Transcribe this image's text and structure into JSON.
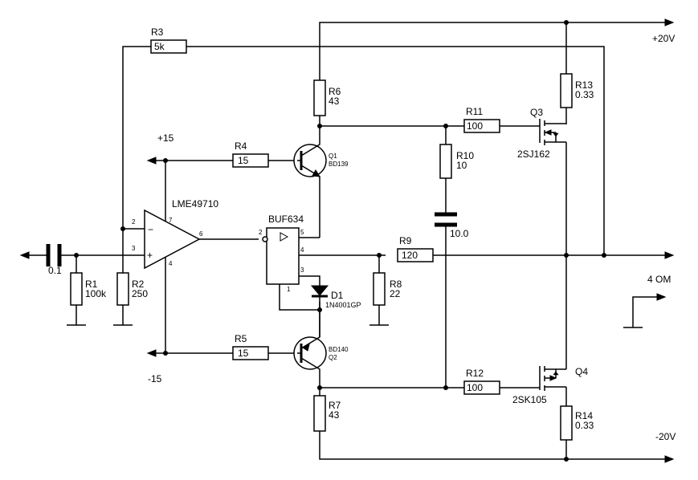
{
  "rails": {
    "vplus": "+20V",
    "vminus": "-20V",
    "opamp_pos": "+15",
    "opamp_neg": "-15"
  },
  "load": {
    "label": "4 OM"
  },
  "opamp": {
    "name": "LME49710",
    "pin_inv": "2",
    "pin_noninv": "3",
    "pin_out": "6",
    "pin_vpos": "7",
    "pin_vneg": "4",
    "sign_minus": "−",
    "sign_plus": "+"
  },
  "buffer": {
    "name": "BUF634",
    "pin_in": "2",
    "pin_vpos": "5",
    "pin_out": "4",
    "pin_vneg": "3",
    "pin_bw": "1"
  },
  "input_cap": {
    "value": "0.1"
  },
  "resistors": {
    "r1": {
      "ref": "R1",
      "value": "100k"
    },
    "r2": {
      "ref": "R2",
      "value": "250"
    },
    "r3": {
      "ref": "R3",
      "value": "5k"
    },
    "r4": {
      "ref": "R4",
      "value": "15"
    },
    "r5": {
      "ref": "R5",
      "value": "15"
    },
    "r6": {
      "ref": "R6",
      "value": "43"
    },
    "r7": {
      "ref": "R7",
      "value": "43"
    },
    "r8": {
      "ref": "R8",
      "value": "22"
    },
    "r9": {
      "ref": "R9",
      "value": "120"
    },
    "r10": {
      "ref": "R10",
      "value": "10"
    },
    "r11": {
      "ref": "R11",
      "value": "100"
    },
    "r12": {
      "ref": "R12",
      "value": "100"
    },
    "r13": {
      "ref": "R13",
      "value": "0.33"
    },
    "r14": {
      "ref": "R14",
      "value": "0.33"
    }
  },
  "cap_c10": {
    "value": "10.0"
  },
  "diode": {
    "ref": "D1",
    "part": "1N4001GP"
  },
  "transistors": {
    "q1": {
      "ref": "Q1",
      "part": "BD139"
    },
    "q2": {
      "ref": "Q2",
      "part": "BD140"
    },
    "q3": {
      "ref": "Q3",
      "part": "2SJ162"
    },
    "q4": {
      "ref": "Q4",
      "part": "2SK105"
    }
  }
}
